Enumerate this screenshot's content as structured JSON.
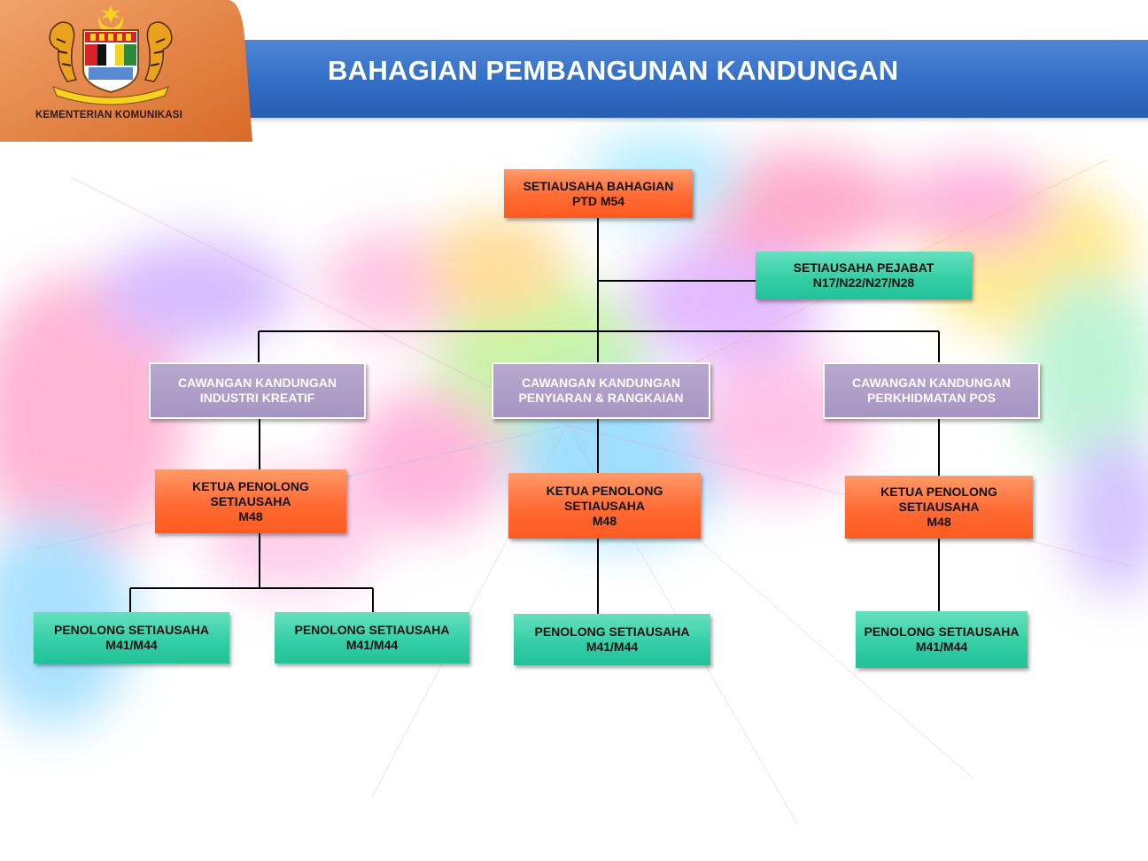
{
  "header": {
    "title": "BAHAGIAN PEMBANGUNAN KANDUNGAN",
    "ministry": "KEMENTERIAN KOMUNIKASI",
    "crest_icon": "malaysia-coat-of-arms",
    "band_color": "#2f6cc4",
    "logo_panel_color": "#e07a3a"
  },
  "chart": {
    "top": {
      "line1": "SETIAUSAHA BAHAGIAN",
      "line2": "PTD M54"
    },
    "office": {
      "line1": "SETIAUSAHA PEJABAT",
      "line2": "N17/N22/N27/N28"
    },
    "branches": [
      {
        "name1": "CAWANGAN KANDUNGAN",
        "name2": "INDUSTRI KREATIF",
        "head": {
          "line1": "KETUA PENOLONG",
          "line2": "SETIAUSAHA",
          "line3": "M48"
        },
        "assistants": [
          {
            "line1": "PENOLONG SETIAUSAHA",
            "line2": "M41/M44"
          },
          {
            "line1": "PENOLONG SETIAUSAHA",
            "line2": "M41/M44"
          }
        ]
      },
      {
        "name1": "CAWANGAN KANDUNGAN",
        "name2": "PENYIARAN & RANGKAIAN",
        "head": {
          "line1": "KETUA PENOLONG",
          "line2": "SETIAUSAHA",
          "line3": "M48"
        },
        "assistants": [
          {
            "line1": "PENOLONG SETIAUSAHA",
            "line2": "M41/M44"
          }
        ]
      },
      {
        "name1": "CAWANGAN KANDUNGAN",
        "name2": "PERKHIDMATAN POS",
        "head": {
          "line1": "KETUA PENOLONG",
          "line2": "SETIAUSAHA",
          "line3": "M48"
        },
        "assistants": [
          {
            "line1": "PENOLONG SETIAUSAHA",
            "line2": "M41/M44"
          }
        ]
      }
    ],
    "colors": {
      "senior": "#ff6a33",
      "support": "#35cfa6",
      "branch": "#a695c2",
      "connector": "#000000"
    }
  }
}
